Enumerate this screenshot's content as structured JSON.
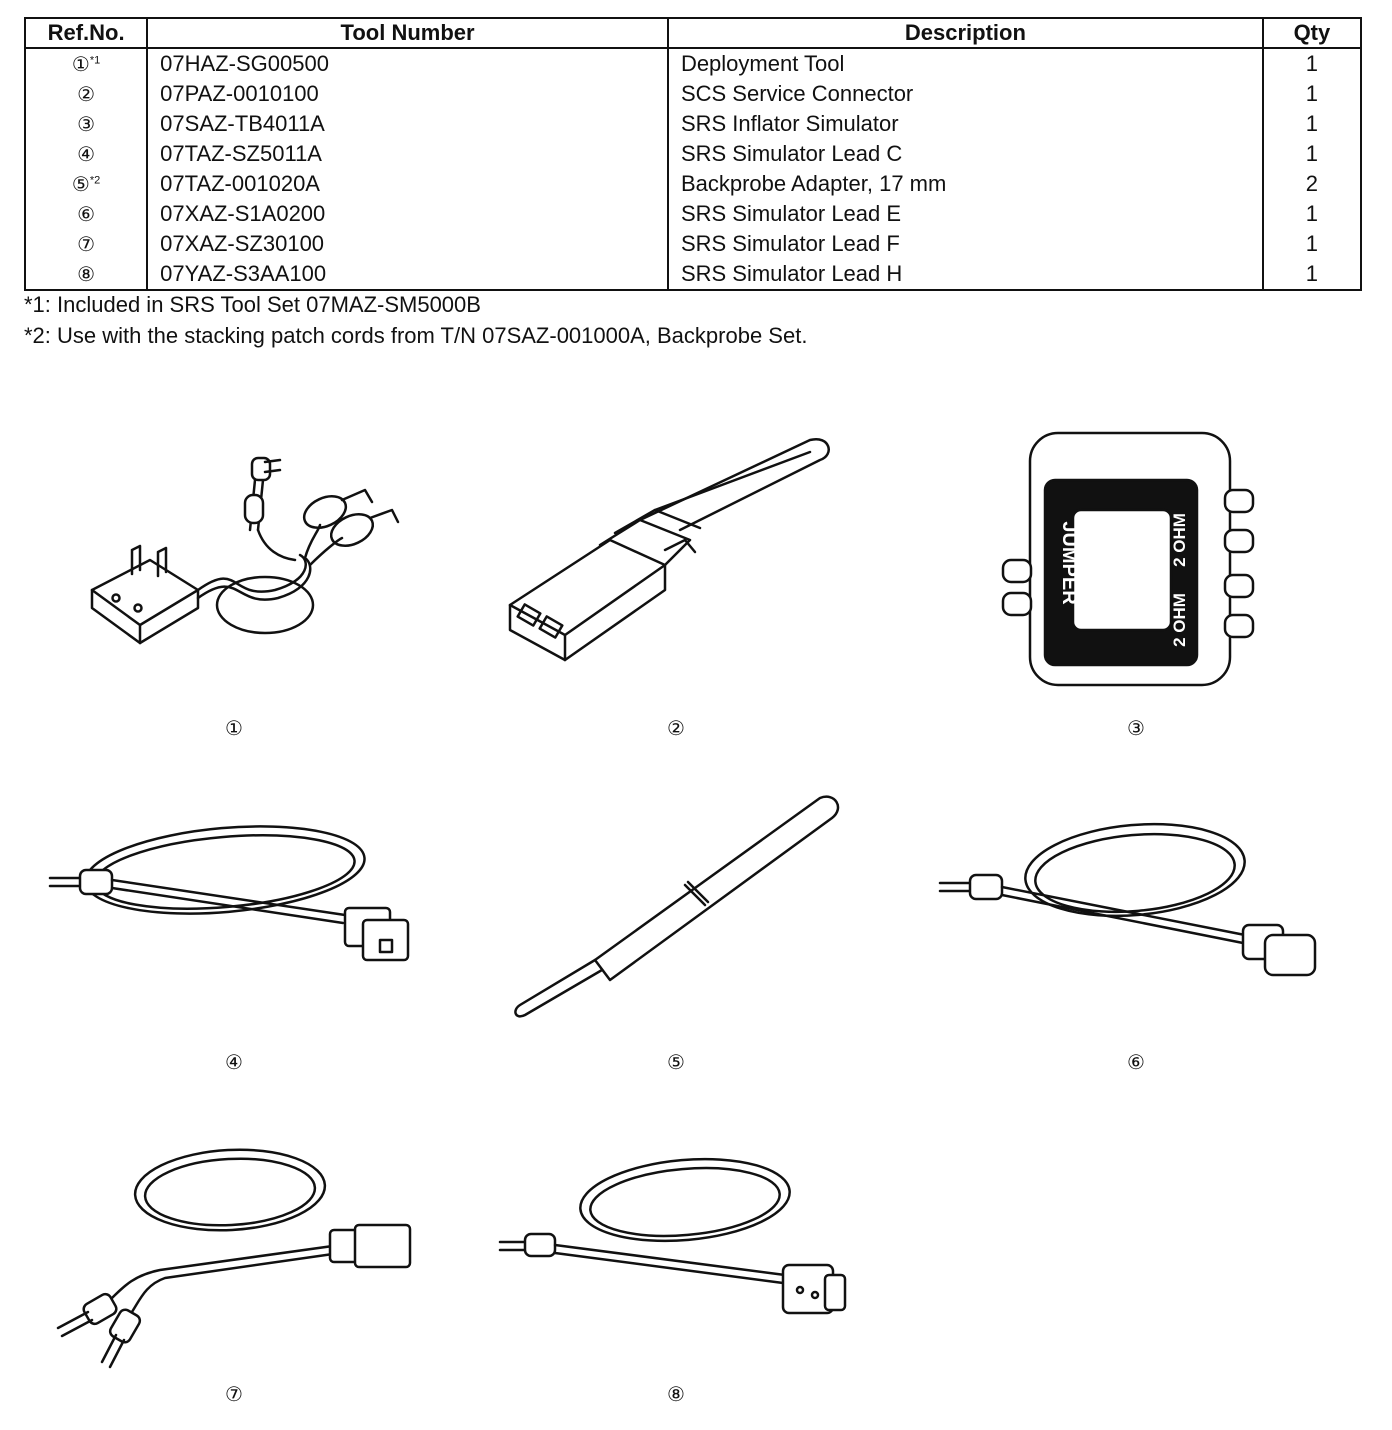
{
  "table": {
    "headers": {
      "ref": "Ref.No.",
      "tool": "Tool Number",
      "desc": "Description",
      "qty": "Qty"
    },
    "rows": [
      {
        "ref": "①",
        "mark": "*1",
        "tool": "07HAZ-SG00500",
        "desc": "Deployment Tool",
        "qty": "1"
      },
      {
        "ref": "②",
        "mark": "",
        "tool": "07PAZ-0010100",
        "desc": "SCS Service Connector",
        "qty": "1"
      },
      {
        "ref": "③",
        "mark": "",
        "tool": "07SAZ-TB4011A",
        "desc": "SRS Inflator Simulator",
        "qty": "1"
      },
      {
        "ref": "④",
        "mark": "",
        "tool": "07TAZ-SZ5011A",
        "desc": "SRS Simulator Lead C",
        "qty": "1"
      },
      {
        "ref": "⑤",
        "mark": "*2",
        "tool": "07TAZ-001020A",
        "desc": "Backprobe Adapter, 17 mm",
        "qty": "2"
      },
      {
        "ref": "⑥",
        "mark": "",
        "tool": "07XAZ-S1A0200",
        "desc": "SRS Simulator Lead E",
        "qty": "1"
      },
      {
        "ref": "⑦",
        "mark": "",
        "tool": "07XAZ-SZ30100",
        "desc": "SRS Simulator Lead F",
        "qty": "1"
      },
      {
        "ref": "⑧",
        "mark": "",
        "tool": "07YAZ-S3AA100",
        "desc": "SRS Simulator Lead H",
        "qty": "1"
      }
    ]
  },
  "notes": {
    "note1": "*1: Included in SRS Tool Set 07MAZ-SM5000B",
    "note2": "*2: Use with the stacking patch cords from T/N 07SAZ-001000A, Backprobe Set."
  },
  "figures": {
    "f1": "①",
    "f2": "②",
    "f3": "③",
    "f4": "④",
    "f5": "⑤",
    "f6": "⑥",
    "f7": "⑦",
    "f8": "⑧",
    "jumper_label": "JUMPER",
    "ohm_label_1": "2 OHM",
    "ohm_label_2": "2 OHM"
  }
}
